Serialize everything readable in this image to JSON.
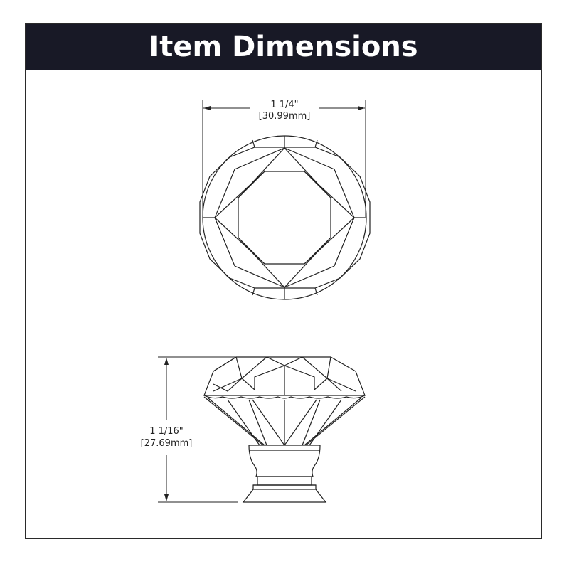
{
  "header": {
    "title": "Item Dimensions"
  },
  "colors": {
    "header_bg": "#181926",
    "header_text": "#ffffff",
    "line": "#222222",
    "frame": "#2a2a2a"
  },
  "top_view": {
    "width_label_imperial": "1 1/4\"",
    "width_label_metric": "[30.99mm]"
  },
  "side_view": {
    "height_label_imperial": "1 1/16\"",
    "height_label_metric": "[27.69mm]"
  }
}
